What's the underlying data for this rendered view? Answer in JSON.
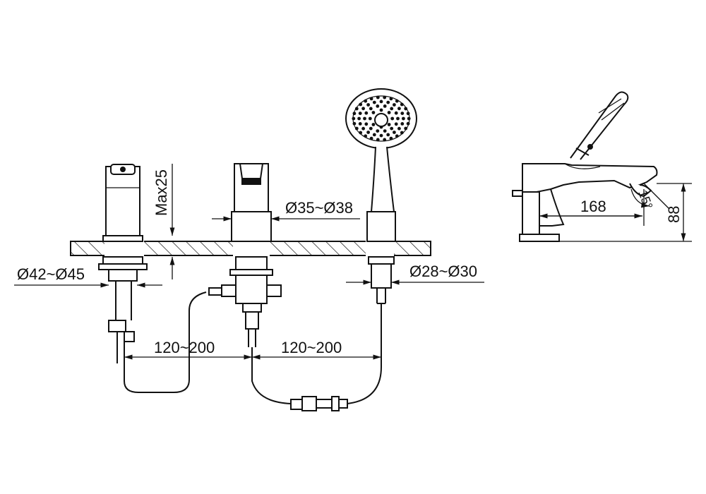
{
  "dimensions": {
    "max_height": "Max25",
    "spout_hole": "Ø35~Ø38",
    "handle_hole": "Ø42~Ø45",
    "shower_hole": "Ø28~Ø30",
    "spacing_left": "120~200",
    "spacing_right": "120~200",
    "side_length": "168",
    "side_height": "88",
    "side_angle": "15°"
  }
}
